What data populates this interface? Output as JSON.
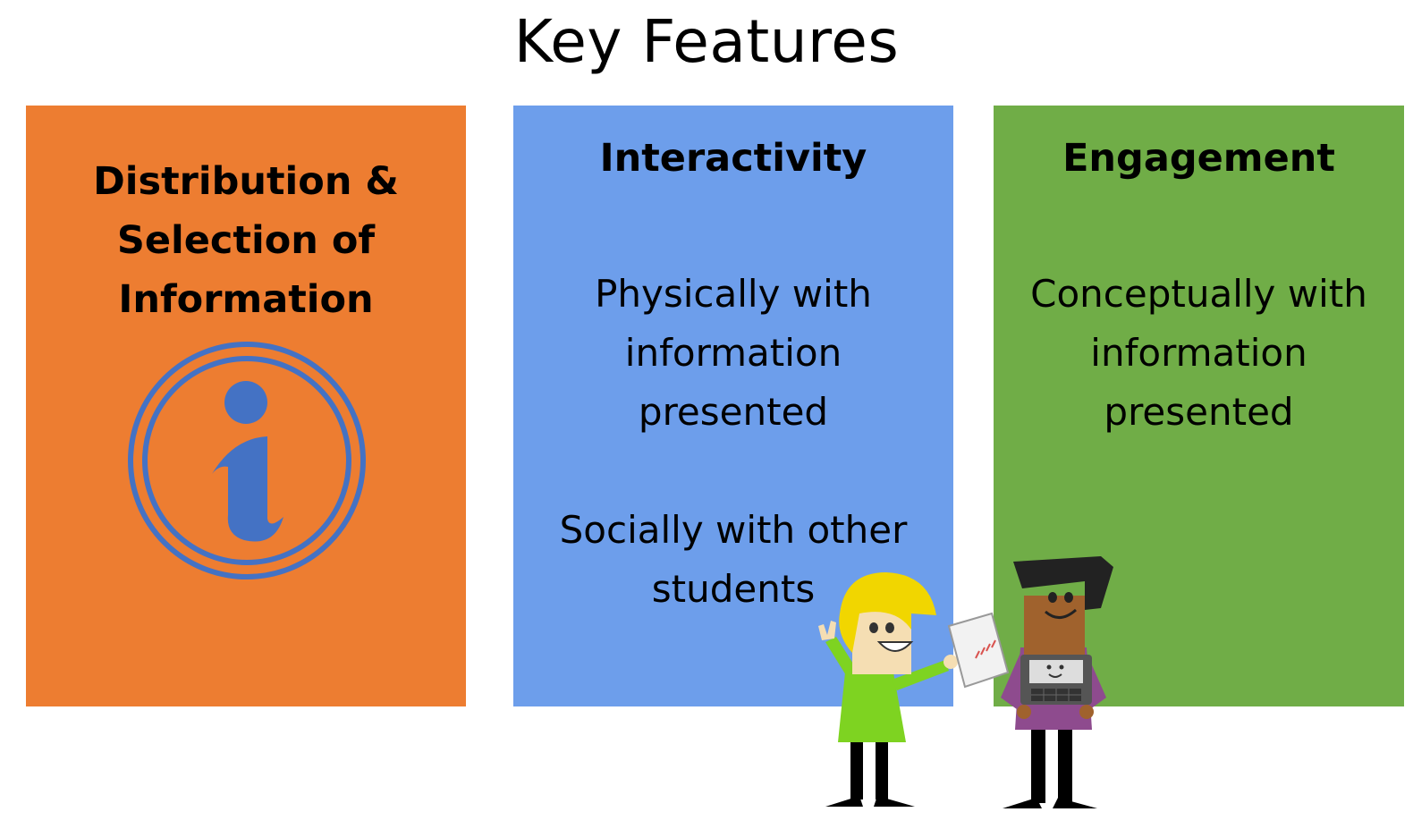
{
  "title": "Key Features",
  "panels": [
    {
      "heading_lines": [
        "Distribution &",
        "Selection of",
        "Information"
      ],
      "icon": "info-icon",
      "color": "#ed7d31"
    },
    {
      "heading": "Interactivity",
      "items": [
        [
          "Physically with",
          "information",
          "presented"
        ],
        [
          "Socially with other",
          "students"
        ]
      ],
      "color": "#6d9eeb"
    },
    {
      "heading": "Engagement",
      "items": [
        [
          "Conceptually with",
          "information",
          "presented"
        ]
      ],
      "color": "#70ad47"
    }
  ],
  "illustration": "students-illustration"
}
